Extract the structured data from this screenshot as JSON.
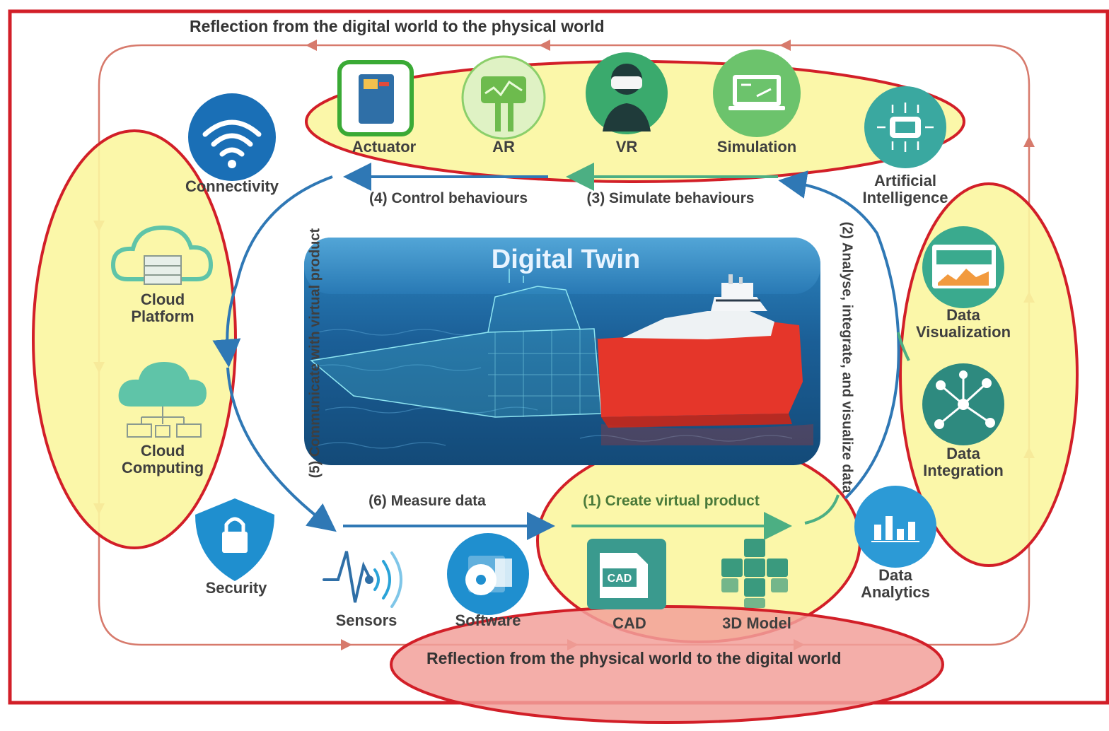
{
  "titles": {
    "top": "Reflection from the digital world to the physical world",
    "bottom": "Reflection from the physical world to the digital world",
    "center": "Digital Twin"
  },
  "steps": {
    "s1": "(1) Create virtual product",
    "s2": "(2) Analyse, integrate, and visualize data",
    "s3": "(3) Simulate behaviours",
    "s4": "(4) Control behaviours",
    "s5": "(5) Communicate with virtual product",
    "s6": "(6) Measure data"
  },
  "top_items": [
    {
      "label": "Actuator",
      "icon": "actuator-icon"
    },
    {
      "label": "AR",
      "icon": "ar-icon"
    },
    {
      "label": "VR",
      "icon": "vr-headset-icon"
    },
    {
      "label": "Simulation",
      "icon": "simulation-icon"
    }
  ],
  "artificial_intelligence": {
    "line1": "Artificial",
    "line2": "Intelligence",
    "icon": "ai-chip-icon"
  },
  "connectivity": {
    "label": "Connectivity",
    "icon": "wifi-icon"
  },
  "left_items": [
    {
      "line1": "Cloud",
      "line2": "Platform",
      "icon": "cloud-server-icon"
    },
    {
      "line1": "Cloud",
      "line2": "Computing",
      "icon": "cloud-network-icon"
    }
  ],
  "right_items": [
    {
      "line1": "Data",
      "line2": "Visualization",
      "icon": "chart-dashboard-icon"
    },
    {
      "line1": "Data",
      "line2": "Integration",
      "icon": "network-hub-icon"
    }
  ],
  "data_analytics": {
    "line1": "Data",
    "line2": "Analytics",
    "icon": "bar-chart-icon"
  },
  "bottom_items": [
    {
      "label": "Security",
      "icon": "shield-lock-icon"
    },
    {
      "label": "Sensors",
      "icon": "sensor-wave-icon"
    },
    {
      "label": "Software",
      "icon": "software-disc-icon"
    },
    {
      "label": "CAD",
      "icon": "cad-file-icon"
    },
    {
      "label": "3D Model",
      "icon": "3d-model-icon"
    }
  ],
  "colors": {
    "frame_red": "#d21f28",
    "highlight_yellow": "#fbf6a0",
    "highlight_pink": "#f2a09a",
    "loop_line": "#d77a6c",
    "blue_arrow": "#2f78b5",
    "green_arrow": "#4caf83",
    "icon_blue": "#1a7bbd",
    "icon_teal": "#3aaa8e",
    "ship_red": "#e5362a",
    "sea_blue": "#1d5f96"
  }
}
